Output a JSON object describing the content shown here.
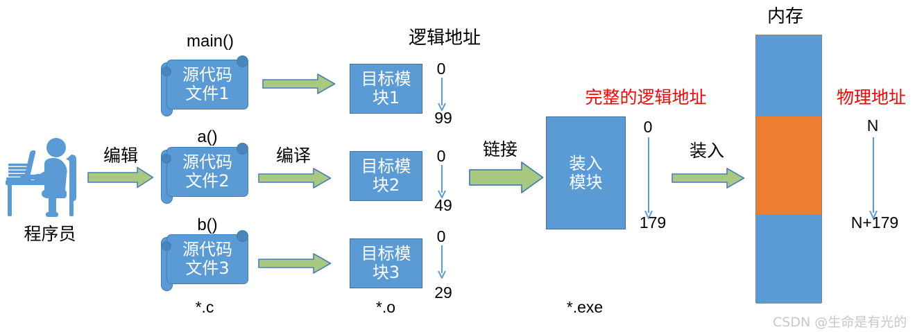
{
  "diagram": {
    "title_memory": "内存",
    "title_logical_address": "逻辑地址",
    "label_full_logical_address": "完整的逻辑地址",
    "label_physical_address": "物理地址",
    "programmer_label": "程序员",
    "watermark": "CSDN @生命是有光的",
    "colors": {
      "box_blue": "#5B9BD5",
      "box_blue_border": "#41719C",
      "arrow_green": "#A8C97F",
      "arrow_green_border": "#4A7EBB",
      "memory_orange": "#ED7D31",
      "red_text": "#FF0000",
      "address_arrow_blue": "#5B9BD5"
    }
  },
  "stages": {
    "edit": {
      "label": "编辑",
      "icon": "arrow-right-icon"
    },
    "compile": {
      "label": "编译",
      "icon": "arrow-right-icon"
    },
    "link": {
      "label": "链接",
      "icon": "arrow-right-icon"
    },
    "load": {
      "label": "装入",
      "icon": "arrow-right-icon"
    }
  },
  "source_files": [
    {
      "function": "main()",
      "line1": "源代码",
      "line2": "文件1"
    },
    {
      "function": "a()",
      "line1": "源代码",
      "line2": "文件2"
    },
    {
      "function": "b()",
      "line1": "源代码",
      "line2": "文件3"
    }
  ],
  "source_ext": "*.c",
  "object_modules": [
    {
      "line1": "目标模",
      "line2": "块1",
      "addr_start": "0",
      "addr_end": "99"
    },
    {
      "line1": "目标模",
      "line2": "块2",
      "addr_start": "0",
      "addr_end": "49"
    },
    {
      "line1": "目标模",
      "line2": "块3",
      "addr_start": "0",
      "addr_end": "29"
    }
  ],
  "object_ext": "*.o",
  "load_module": {
    "line1": "装入",
    "line2": "模块",
    "addr_start": "0",
    "addr_end": "179",
    "ext": "*.exe"
  },
  "memory": {
    "physical_start": "N",
    "physical_end": "N+179",
    "segments": [
      {
        "name": "free-upper",
        "color": "#5B9BD5"
      },
      {
        "name": "loaded-module",
        "color": "#ED7D31"
      },
      {
        "name": "free-lower",
        "color": "#5B9BD5"
      }
    ]
  }
}
